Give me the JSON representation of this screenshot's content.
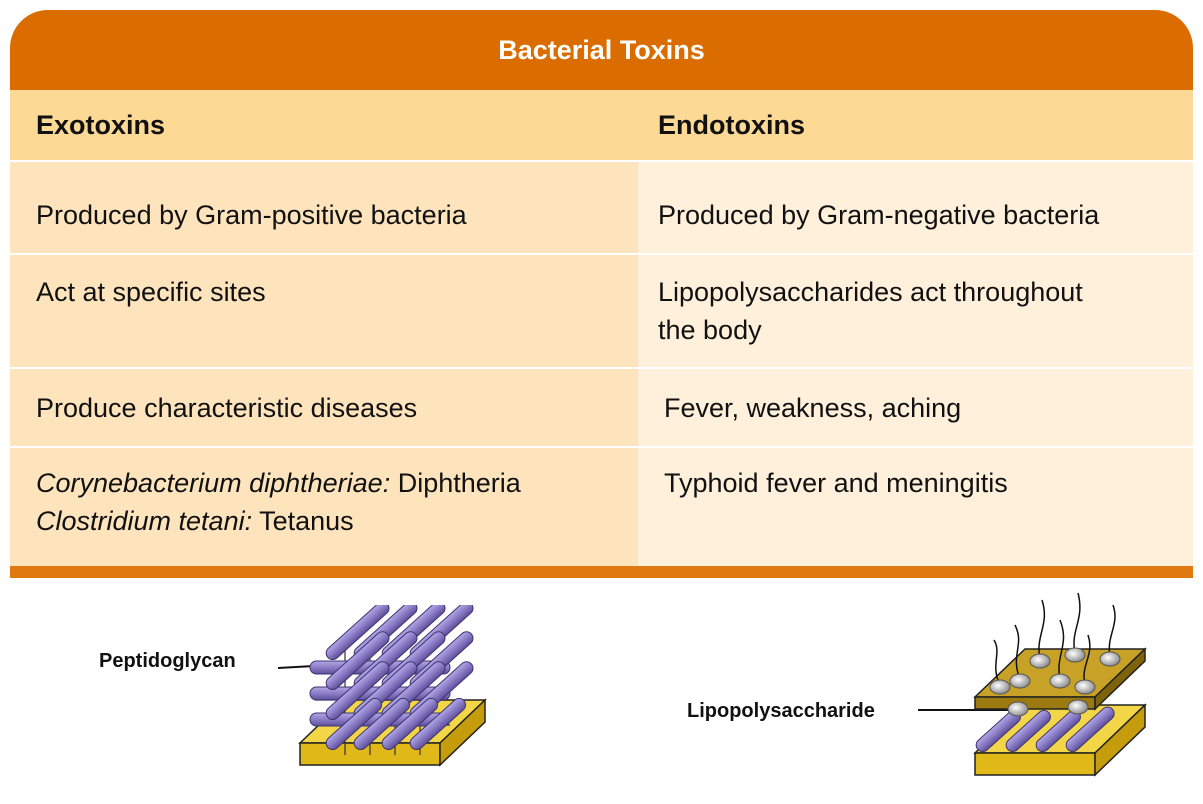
{
  "table": {
    "title": "Bacterial Toxins",
    "headers": [
      "Exotoxins",
      "Endotoxins"
    ],
    "rows": [
      {
        "exotoxins": "Produced by Gram-positive bacteria",
        "endotoxins": "Produced by Gram-negative bacteria"
      },
      {
        "exotoxins": "Act at specific sites",
        "endotoxins_line1": "Lipopolysaccharides act throughout",
        "endotoxins_line2": "the body"
      },
      {
        "exotoxins": "Produce characteristic diseases",
        "endotoxins": "Fever, weakness, aching"
      },
      {
        "exotoxins_line1_italic": "Corynebacterium diphtheriae:",
        "exotoxins_line1_rest": " Diphtheria",
        "exotoxins_line2_italic": "Clostridium tetani:",
        "exotoxins_line2_rest": " Tetanus",
        "endotoxins": "Typhoid fever and meningitis"
      }
    ]
  },
  "diagrams": {
    "gram_positive_label": "Peptidoglycan",
    "gram_negative_label": "Lipopolysaccharide"
  },
  "colors": {
    "title_bar": "#db6d00",
    "header_row": "#fdd996",
    "rod_purple": "#8a7cc6",
    "base_yellow": "#e9c425",
    "plate_gold": "#b8860b"
  }
}
